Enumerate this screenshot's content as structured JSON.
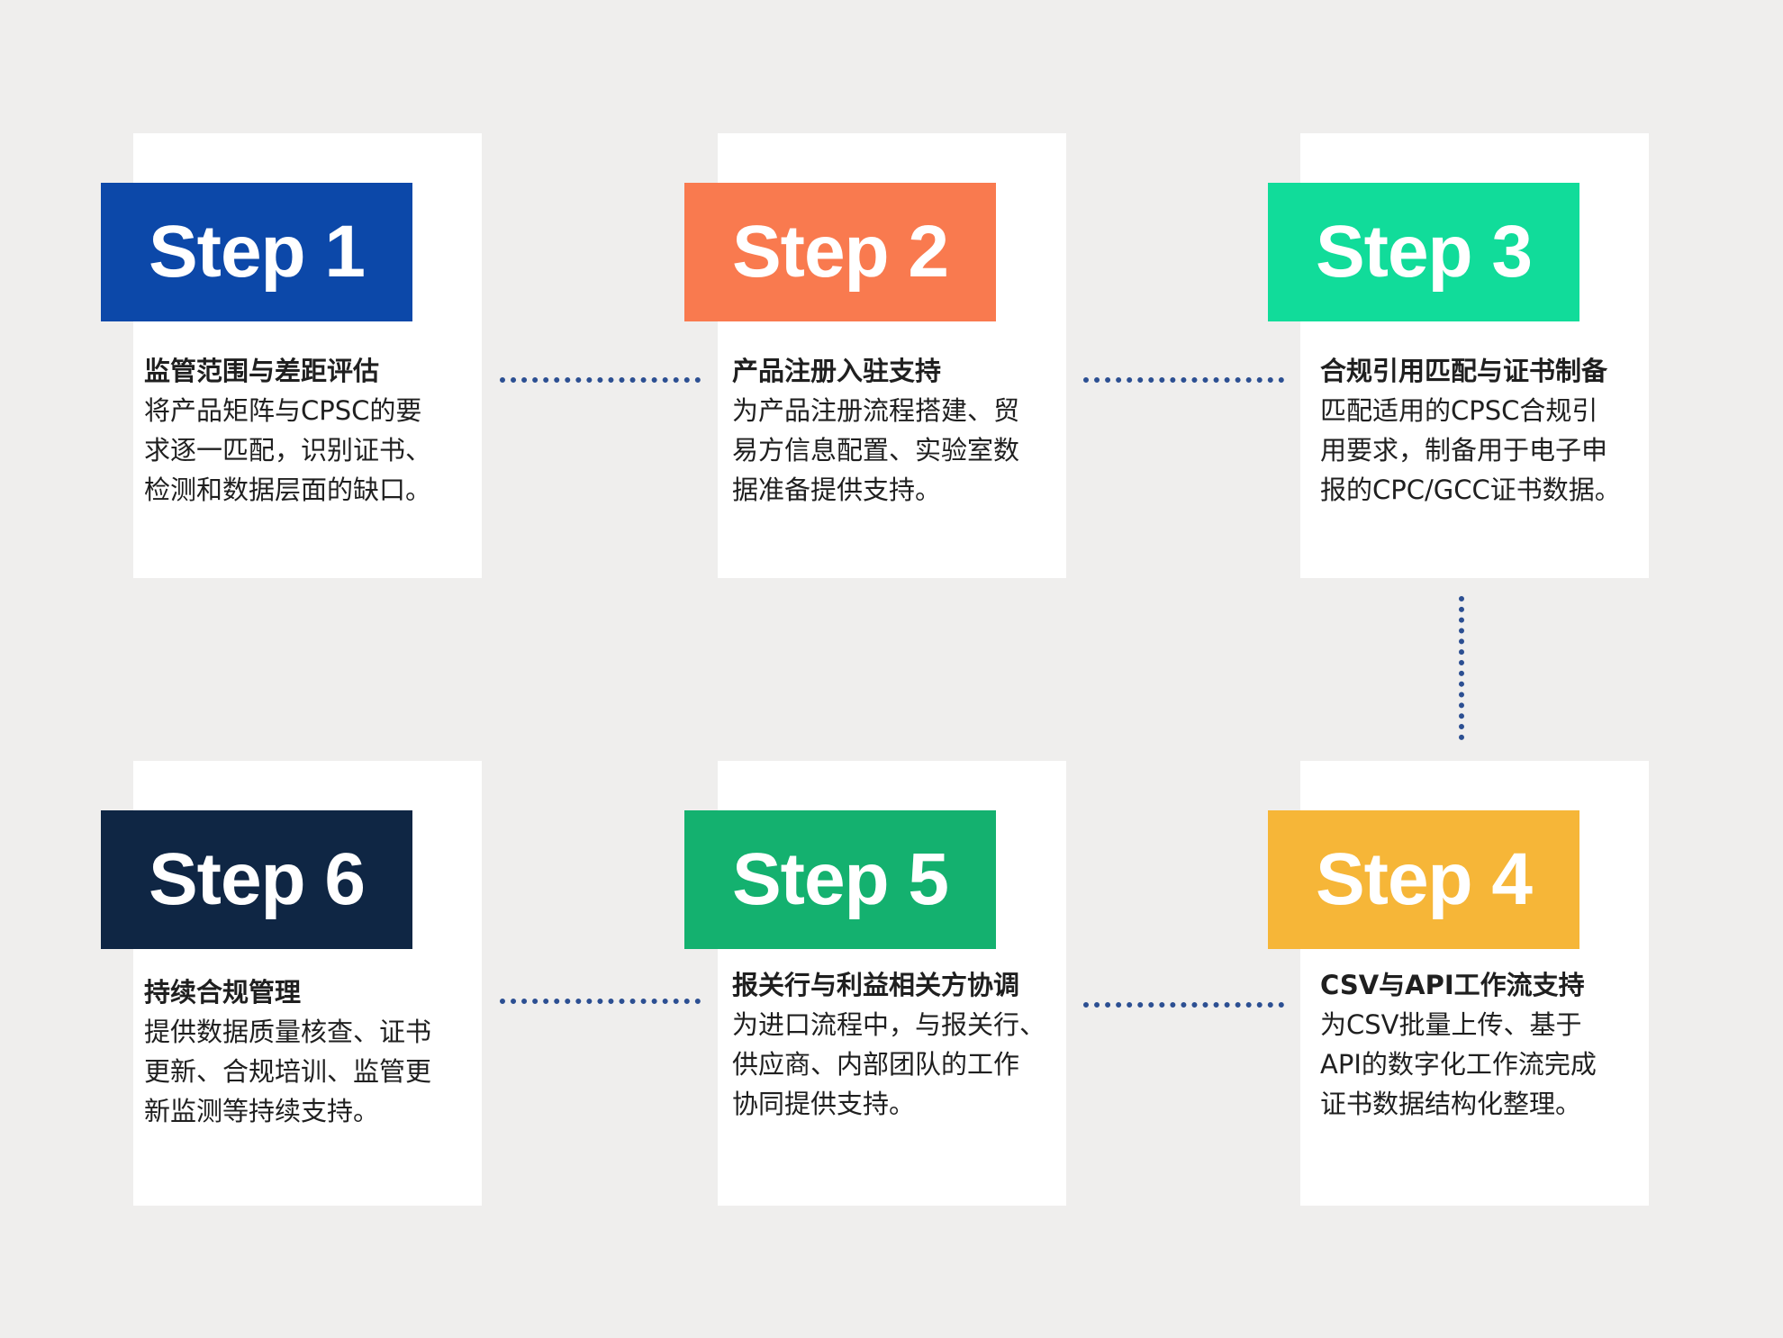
{
  "colors": {
    "background": "#efeeed",
    "card": "#ffffff",
    "connector": "#2c4f92",
    "text": "#1f1f1f",
    "badge_text": "#ffffff"
  },
  "steps": [
    {
      "label": "Step 1",
      "color": "#0c48a9",
      "title": "监管范围与差距评估",
      "description": "将产品矩阵与CPSC的要\n求逐一匹配，识别证书、\n检测和数据层面的缺口。"
    },
    {
      "label": "Step 2",
      "color": "#f97a4f",
      "title": "产品注册入驻支持",
      "description": "为产品注册流程搭建、贸\n易方信息配置、实验室数\n据准备提供支持。"
    },
    {
      "label": "Step 3",
      "color": "#11dc9a",
      "title": "合规引用匹配与证书制备",
      "description": "匹配适用的CPSC合规引\n用要求，制备用于电子申\n报的CPC/GCC证书数据。"
    },
    {
      "label": "Step 4",
      "color": "#f6b638",
      "title": "CSV与API工作流支持",
      "description": "为CSV批量上传、基于\nAPI的数字化工作流完成\n证书数据结构化整理。"
    },
    {
      "label": "Step 5",
      "color": "#14b16f",
      "title": "报关行与利益相关方协调",
      "description": "为进口流程中，与报关行、\n供应商、内部团队的工作\n协同提供支持。"
    },
    {
      "label": "Step 6",
      "color": "#0f2644",
      "title": "持续合规管理",
      "description": "提供数据质量核查、证书\n更新、合规培训、监管更\n新监测等持续支持。"
    }
  ]
}
